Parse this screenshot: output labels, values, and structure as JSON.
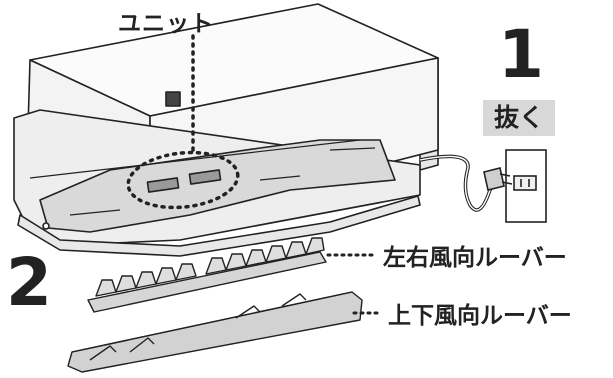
{
  "labels": {
    "unit": "ユニット",
    "step1": "1",
    "unplug": "抜く",
    "step2": "2",
    "louver_lr": "左右風向ルーバー",
    "louver_ud": "上下風向ルーバー"
  },
  "colors": {
    "line": "#222222",
    "body": "#f6f6f6",
    "shade": "#e2e2e2",
    "dark": "#b8b8b8",
    "badge": "#d8d8d8",
    "louver": "#d6d6d6"
  }
}
